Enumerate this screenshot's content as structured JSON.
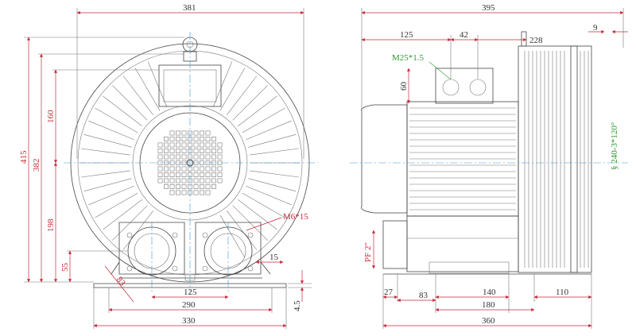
{
  "front_view": {
    "dims": {
      "overall_width": "381",
      "overall_height": "415",
      "height_382": "382",
      "height_160": "160",
      "height_198": "198",
      "height_55": "55",
      "port_spacing": "125",
      "foot_span": "290",
      "base_width": "330",
      "flange_thickness": "15",
      "foot_height": "4.5",
      "flange_size": "83"
    },
    "callouts": {
      "bolt": "M6*15"
    }
  },
  "side_view": {
    "dims": {
      "overall_length": "395",
      "motor_offset": "125",
      "box_width": "42",
      "cover_offset": "228",
      "cover_gap": "9",
      "box_height": "60",
      "foot_27": "27",
      "foot_83": "83",
      "foot_140": "140",
      "foot_110": "110",
      "foot_180": "180",
      "base_length": "360"
    },
    "callouts": {
      "conduit_thread": "M25*1.5",
      "port_thread": "PF 2\"",
      "mounting_holes": "§ 240-3*120°"
    }
  },
  "colors": {
    "dimension": "#c8283a",
    "centerline": "#3a9ad9",
    "note": "#2e9a2e",
    "outline": "#444444"
  }
}
